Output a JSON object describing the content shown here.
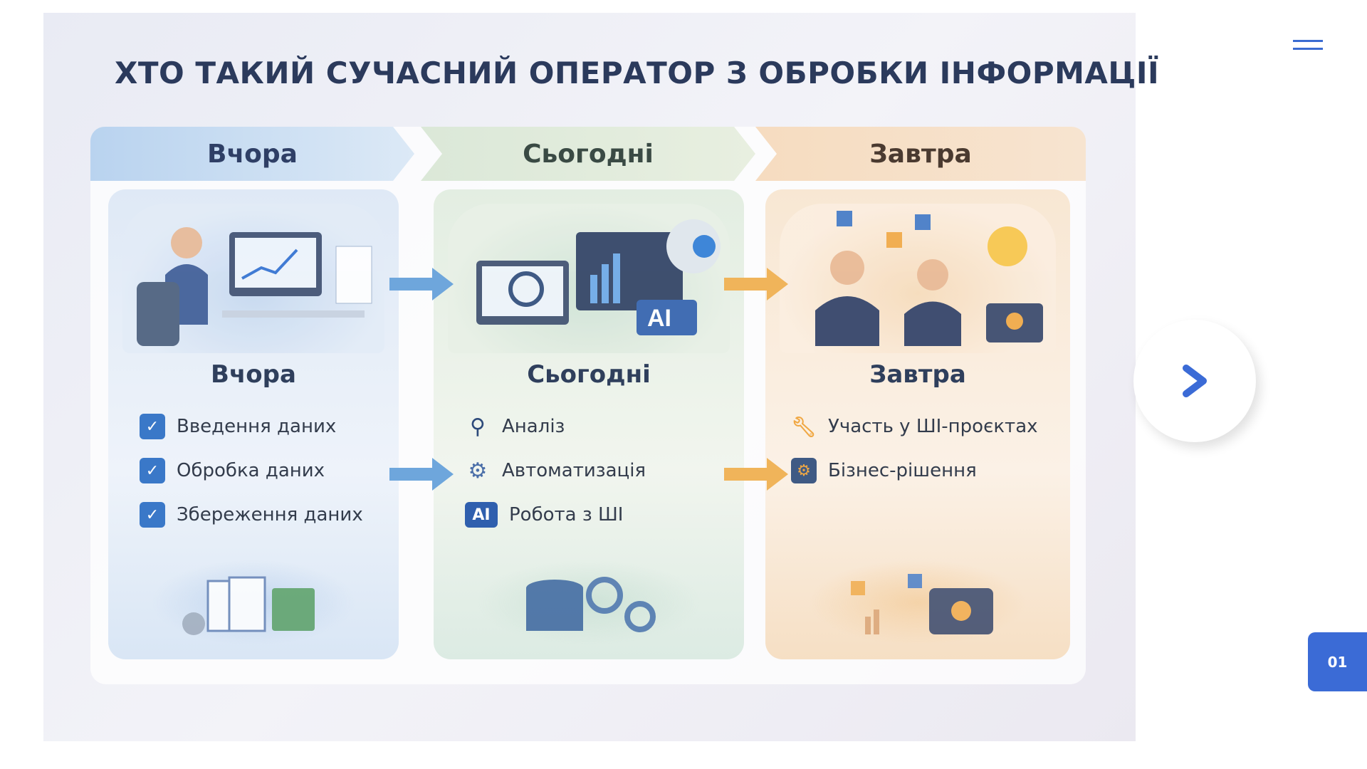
{
  "slide": {
    "title": "ХТО ТАКИЙ СУЧАСНИЙ ОПЕРАТОР З ОБРОБКИ ІНФОРМАЦІЇ",
    "columns": [
      {
        "header": "Вчора",
        "subtitle": "Вчора",
        "accent": "#6ea6dc",
        "items": [
          {
            "icon": "checkbox-icon",
            "label": "Введення даних"
          },
          {
            "icon": "checkbox-icon",
            "label": "Обробка даних"
          },
          {
            "icon": "checkbox-icon",
            "label": "Збереження даних"
          }
        ]
      },
      {
        "header": "Сьогодні",
        "subtitle": "Сьогодні",
        "accent": "#7fb7a0",
        "items": [
          {
            "icon": "magnifier-icon",
            "label": "Аналіз"
          },
          {
            "icon": "gears-icon",
            "label": "Автоматизація"
          },
          {
            "icon": "ai-icon",
            "glyph": "AI",
            "label": "Робота з ШІ"
          }
        ]
      },
      {
        "header": "Завтра",
        "subtitle": "Завтра",
        "accent": "#f0a844",
        "items": [
          {
            "icon": "wrench-icon",
            "label": "Участь у ШІ-проєктах"
          },
          {
            "icon": "briefcase-gears-icon",
            "label": "Бізнес-рішення"
          }
        ]
      }
    ]
  },
  "nav": {
    "page_number": "01",
    "accent": "#3b6bd6"
  }
}
